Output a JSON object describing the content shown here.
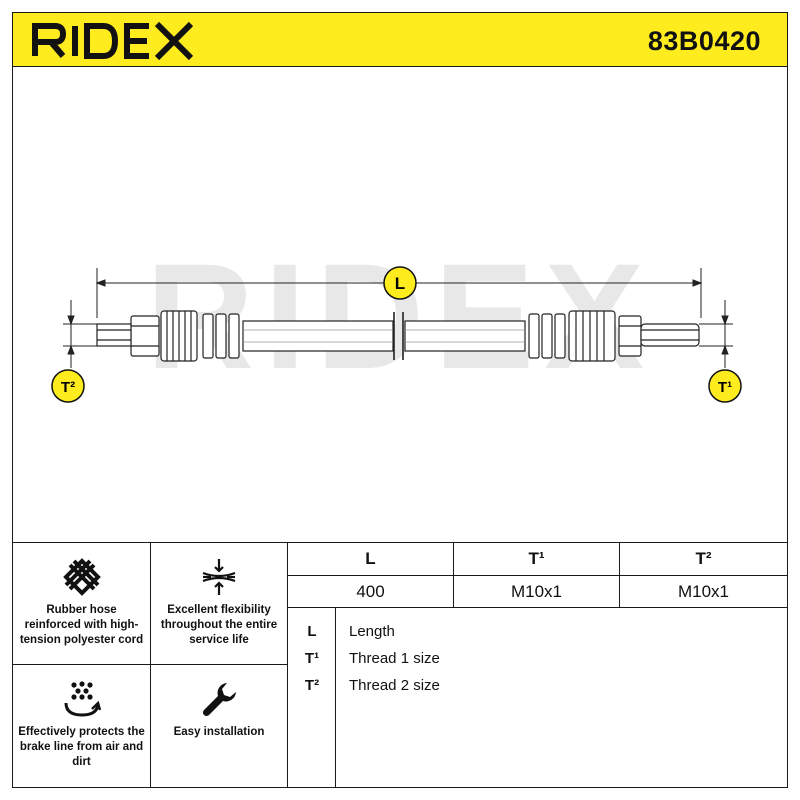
{
  "brand": {
    "name": "RIDEX",
    "accent": "#ffec1f",
    "text_color": "#111111"
  },
  "header": {
    "part_number": "83B0420"
  },
  "drawing": {
    "labels": {
      "length": "L",
      "thread1": "T¹",
      "thread2": "T²"
    },
    "watermark": "RIDEX"
  },
  "features": [
    {
      "icon": "mesh-icon",
      "text": "Rubber hose reinforced with high-tension polyester cord"
    },
    {
      "icon": "flex-icon",
      "text": "Excellent flexibility throughout the entire service life"
    },
    {
      "icon": "shield-dots-icon",
      "text": "Effectively protects the brake line from air and dirt"
    },
    {
      "icon": "wrench-icon",
      "text": "Easy installation"
    }
  ],
  "specs": {
    "headers": [
      "L",
      "T¹",
      "T²"
    ],
    "values": [
      "400",
      "M10x1",
      "M10x1"
    ]
  },
  "legend": [
    {
      "key": "L",
      "desc": "Length"
    },
    {
      "key": "T¹",
      "desc": "Thread 1 size"
    },
    {
      "key": "T²",
      "desc": "Thread 2 size"
    }
  ]
}
